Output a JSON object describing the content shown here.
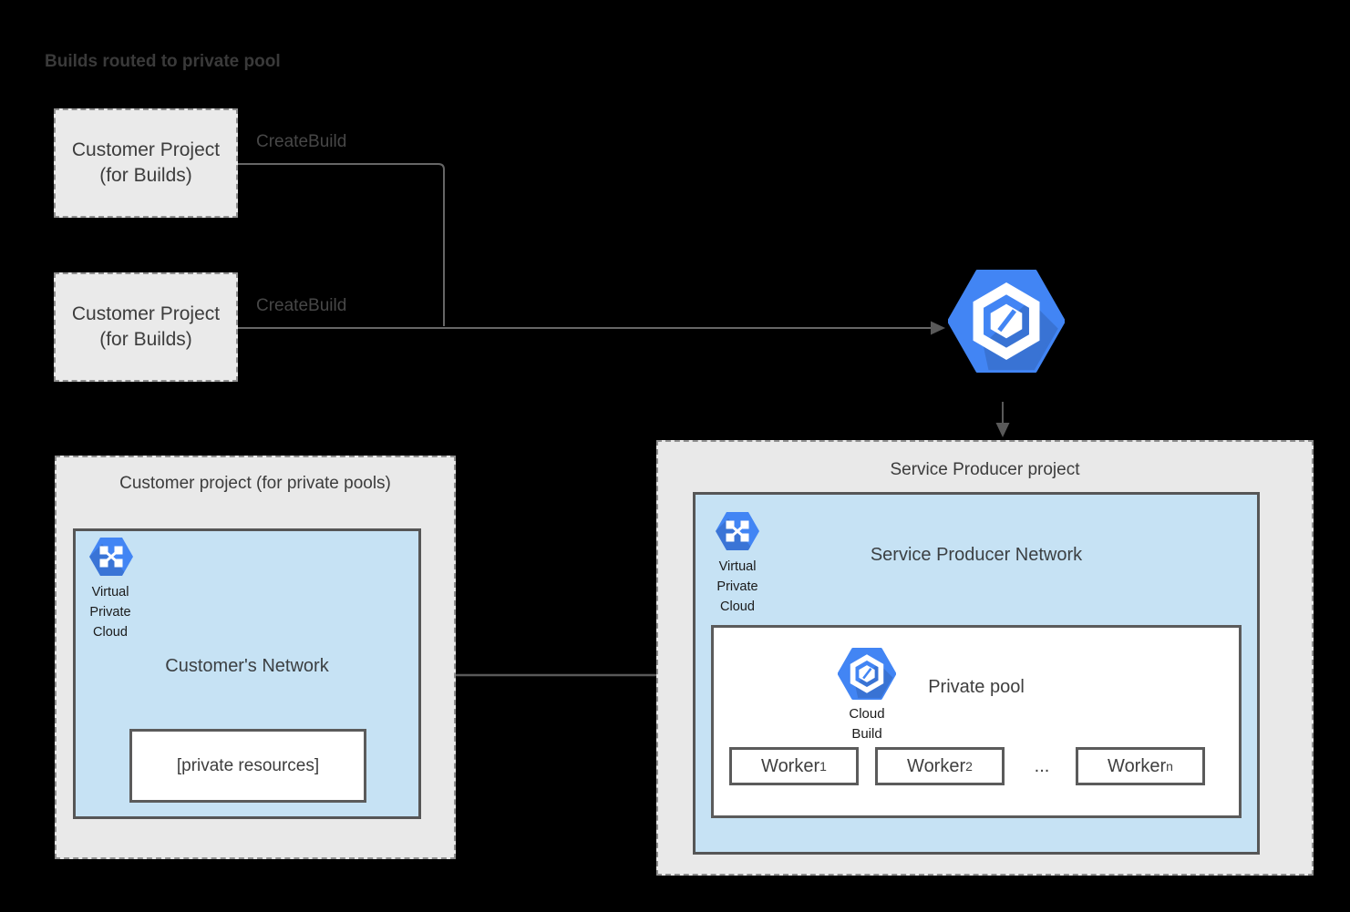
{
  "title": "Builds routed to private pool",
  "colors": {
    "background": "#000000",
    "project_gray_fill": "#e9e9e9",
    "network_blue_fill": "#c6e2f4",
    "google_blue": "#4285f4",
    "box_border_dark": "#5b5b5b",
    "dashed_border_gray": "#8f8f8f",
    "connector_gray": "#666666",
    "text_dark": "#3d3d3d"
  },
  "build_projects": [
    {
      "label": "Customer Project\n(for Builds)",
      "edge_label": "CreateBuild"
    },
    {
      "label": "Customer Project\n(for Builds)",
      "edge_label": "CreateBuild"
    }
  ],
  "icons": {
    "cloud_build": "cloud-build-hexagon",
    "virtual_private_cloud": "virtual-private-cloud-hexagon"
  },
  "customer_pool_project": {
    "title": "Customer project (for private pools)",
    "vpc_label": "Virtual\nPrivate\nCloud",
    "network_title": "Customer's Network",
    "resources_label": "[private resources]"
  },
  "service_producer_project": {
    "title": "Service Producer project",
    "vpc_label": "Virtual\nPrivate\nCloud",
    "network_title": "Service Producer Network",
    "private_pool": {
      "title": "Private pool",
      "icon_label": "Cloud\nBuild",
      "ellipsis": "...",
      "workers": [
        {
          "base": "Worker",
          "sub": "1"
        },
        {
          "base": "Worker",
          "sub": "2"
        },
        {
          "base": "Worker",
          "sub": "n"
        }
      ]
    }
  }
}
